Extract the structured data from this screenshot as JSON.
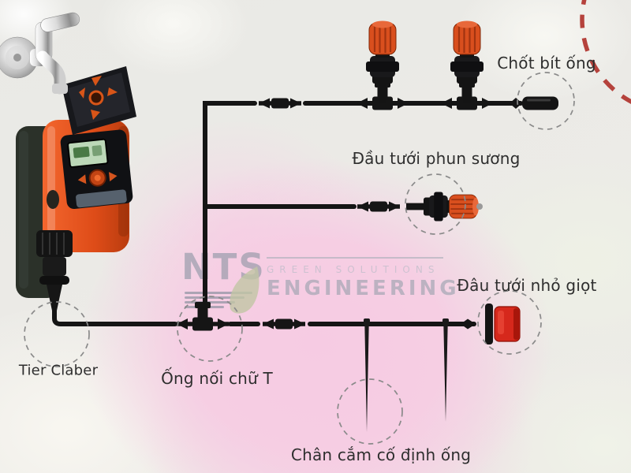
{
  "diagram": {
    "labels": {
      "end_plug": "Chốt bít ống",
      "mist_head": "Đầu tưới phun sương",
      "drip_head": "Đâu tưới nhỏ giọt",
      "timer": "Tier Claber",
      "tee": "Ống nối chữ T",
      "stake": "Chân cắm cố định ống"
    }
  },
  "watermark": {
    "acronym": "NTS",
    "tagline": "GREEN SOLUTIONS",
    "name": "ENGINEERING"
  },
  "colors": {
    "tube_black": "#151515",
    "sprayer_orange": "#d94f1e",
    "drip_red": "#d6281c",
    "timer_orange": "#e0521c",
    "background_pink": "#f6cbe3",
    "dashed_circle_gray": "#8a8a8a",
    "dashed_arc_red": "#b5423c"
  }
}
